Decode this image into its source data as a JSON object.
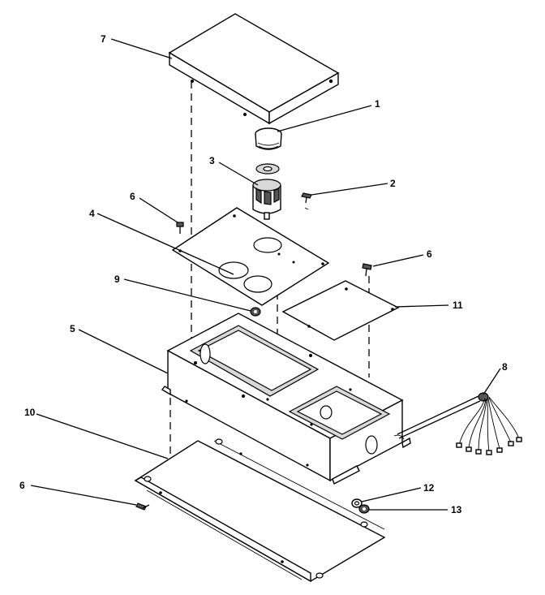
{
  "callouts": {
    "c1": "1",
    "c2": "2",
    "c3": "3",
    "c4": "4",
    "c5": "5",
    "c6_left": "6",
    "c6_top": "6",
    "c6_right": "6",
    "c7": "7",
    "c8": "8",
    "c9": "9",
    "c10": "10",
    "c11": "11",
    "c12": "12",
    "c13": "13"
  }
}
